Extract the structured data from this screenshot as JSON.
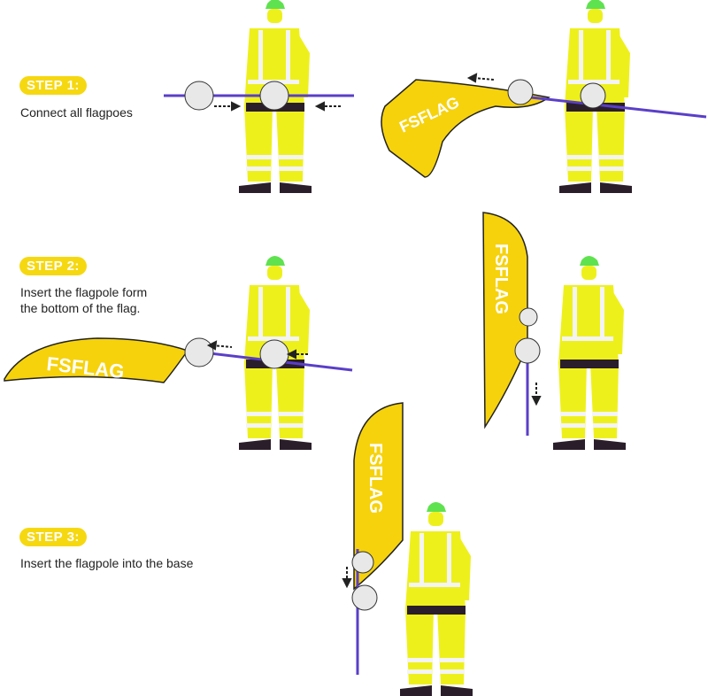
{
  "steps": [
    {
      "badge": "STEP 1:",
      "text": "Connect all flagpoes"
    },
    {
      "badge": "STEP 2:",
      "text_line1": "Insert the flagpole form",
      "text_line2": "the bottom of the flag."
    },
    {
      "badge": "STEP 3:",
      "text": "Insert the flagpole into the base"
    }
  ],
  "flag_label": "FSFLAG",
  "colors": {
    "suit": "#eef01c",
    "helmet": "#5fe24f",
    "stripe": "#f4f4f4",
    "boot": "#2b1e2b",
    "pole": "#5a3fc8",
    "flag": "#f6d20c",
    "badge": "#f6d811"
  }
}
